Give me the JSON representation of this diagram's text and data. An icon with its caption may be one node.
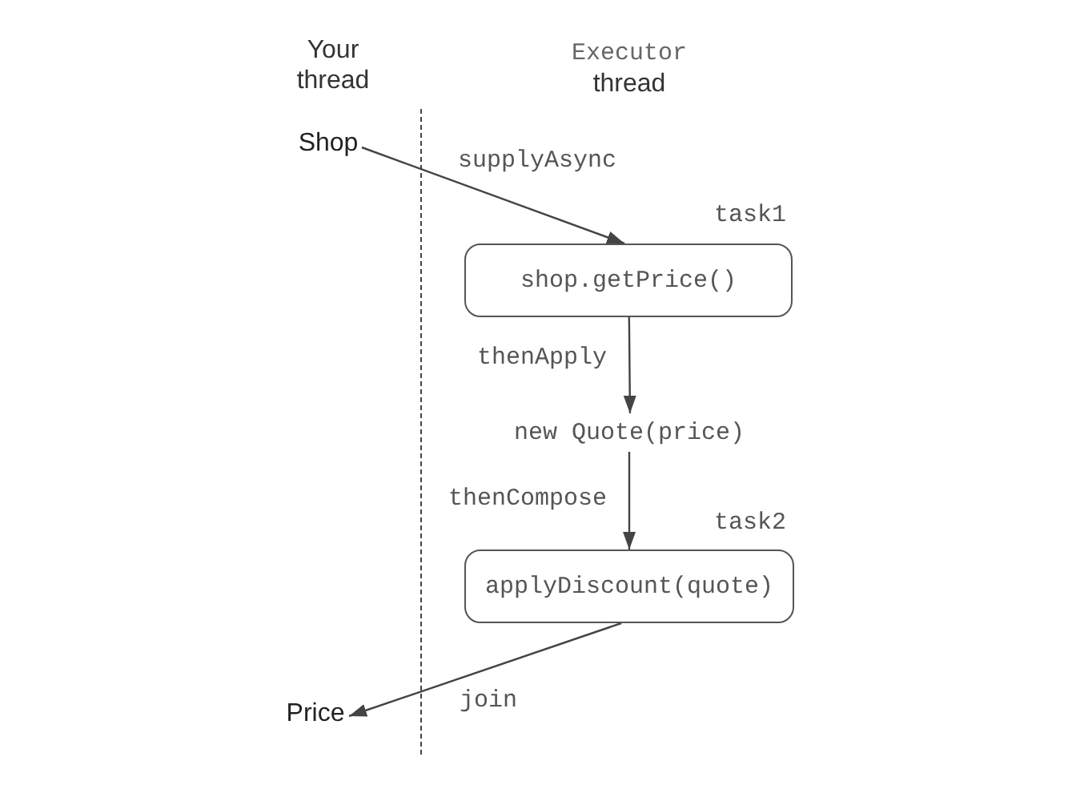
{
  "diagram": {
    "nodes": [
      {
        "text": [
          "Shop"
        ]
      },
      {
        "text": [
          "shop.getPrice()"
        ],
        "beside": [
          "task1"
        ]
      },
      {
        "text": [
          "new Quote(price)"
        ]
      },
      {
        "text": [
          "applyDiscount(quote)"
        ],
        "beside": [
          "task2"
        ]
      },
      {
        "text": [
          "Price"
        ]
      }
    ],
    "edges": [
      {
        "from": 0,
        "to": 1,
        "arrow": "to",
        "label": "supplyAsync"
      },
      {
        "from": 1,
        "to": 2,
        "arrow": "to",
        "label": "thenApply"
      },
      {
        "from": 2,
        "to": 3,
        "arrow": "to",
        "label": "thenCompose"
      },
      {
        "from": 3,
        "to": 4,
        "arrow": "to",
        "label": "join"
      }
    ],
    "labels": [
      "Your thread",
      "Executor thread"
    ]
  }
}
